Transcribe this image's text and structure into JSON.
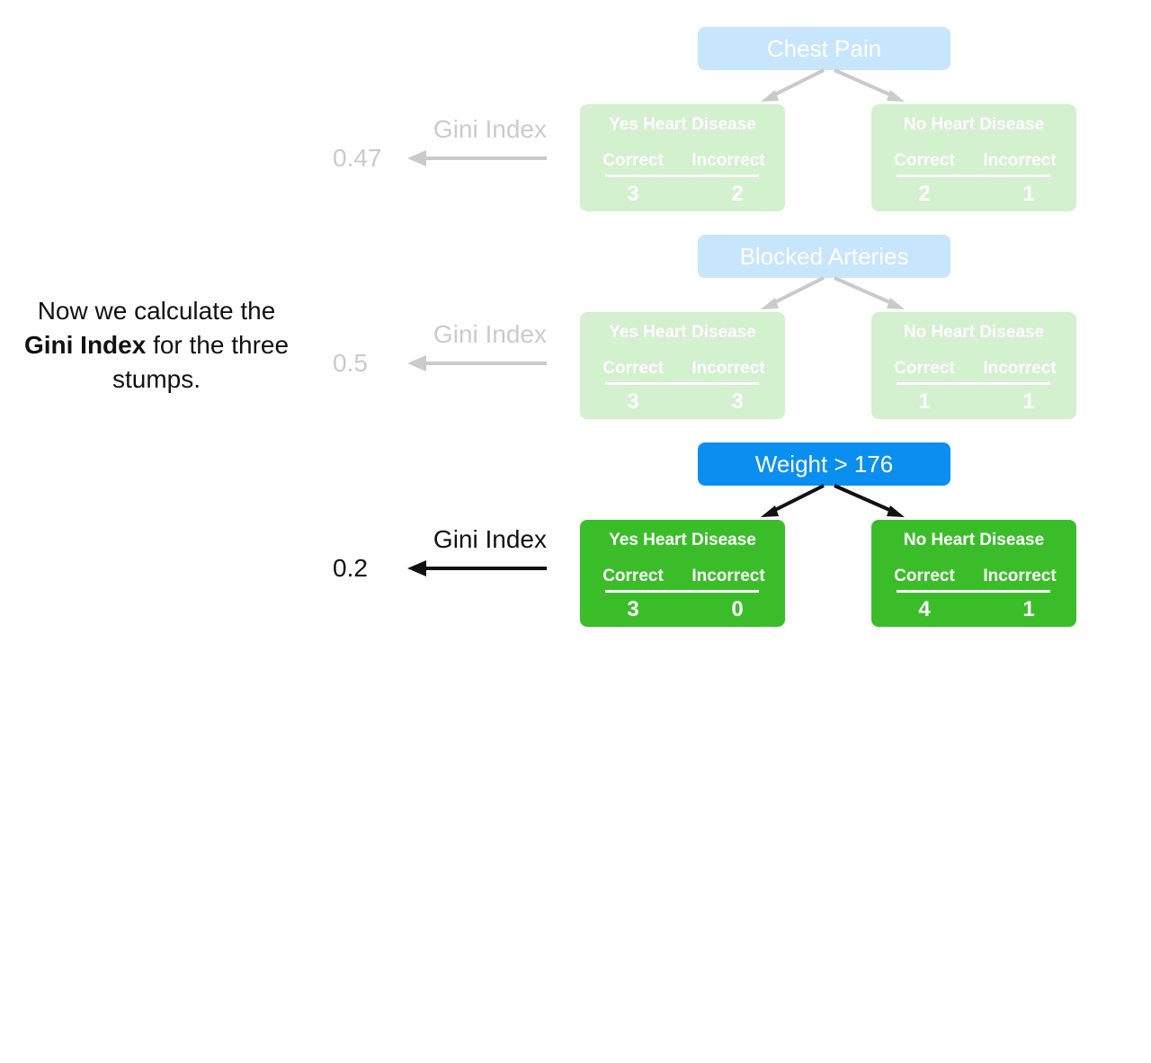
{
  "caption": {
    "line1": "Now we calculate the",
    "bold": "Gini Index",
    "line2_rest": " for the three",
    "line3": "stumps."
  },
  "colors": {
    "root_blue": "#0a8ff0",
    "leaf_green": "#3bbd2a",
    "text_dark": "#111111"
  },
  "stumps": [
    {
      "root": "Chest Pain",
      "gini_label": "Gini Index",
      "gini_value": "0.47",
      "faded": true,
      "left": {
        "title": "Yes Heart Disease",
        "correct_label": "Correct",
        "incorrect_label": "Incorrect",
        "correct": "3",
        "incorrect": "2"
      },
      "right": {
        "title": "No Heart Disease",
        "correct_label": "Correct",
        "incorrect_label": "Incorrect",
        "correct": "2",
        "incorrect": "1"
      }
    },
    {
      "root": "Blocked Arteries",
      "gini_label": "Gini Index",
      "gini_value": "0.5",
      "faded": true,
      "left": {
        "title": "Yes Heart Disease",
        "correct_label": "Correct",
        "incorrect_label": "Incorrect",
        "correct": "3",
        "incorrect": "3"
      },
      "right": {
        "title": "No Heart Disease",
        "correct_label": "Correct",
        "incorrect_label": "Incorrect",
        "correct": "1",
        "incorrect": "1"
      }
    },
    {
      "root": "Weight > 176",
      "gini_label": "Gini Index",
      "gini_value": "0.2",
      "faded": false,
      "left": {
        "title": "Yes Heart Disease",
        "correct_label": "Correct",
        "incorrect_label": "Incorrect",
        "correct": "3",
        "incorrect": "0"
      },
      "right": {
        "title": "No Heart Disease",
        "correct_label": "Correct",
        "incorrect_label": "Incorrect",
        "correct": "4",
        "incorrect": "1"
      }
    }
  ]
}
